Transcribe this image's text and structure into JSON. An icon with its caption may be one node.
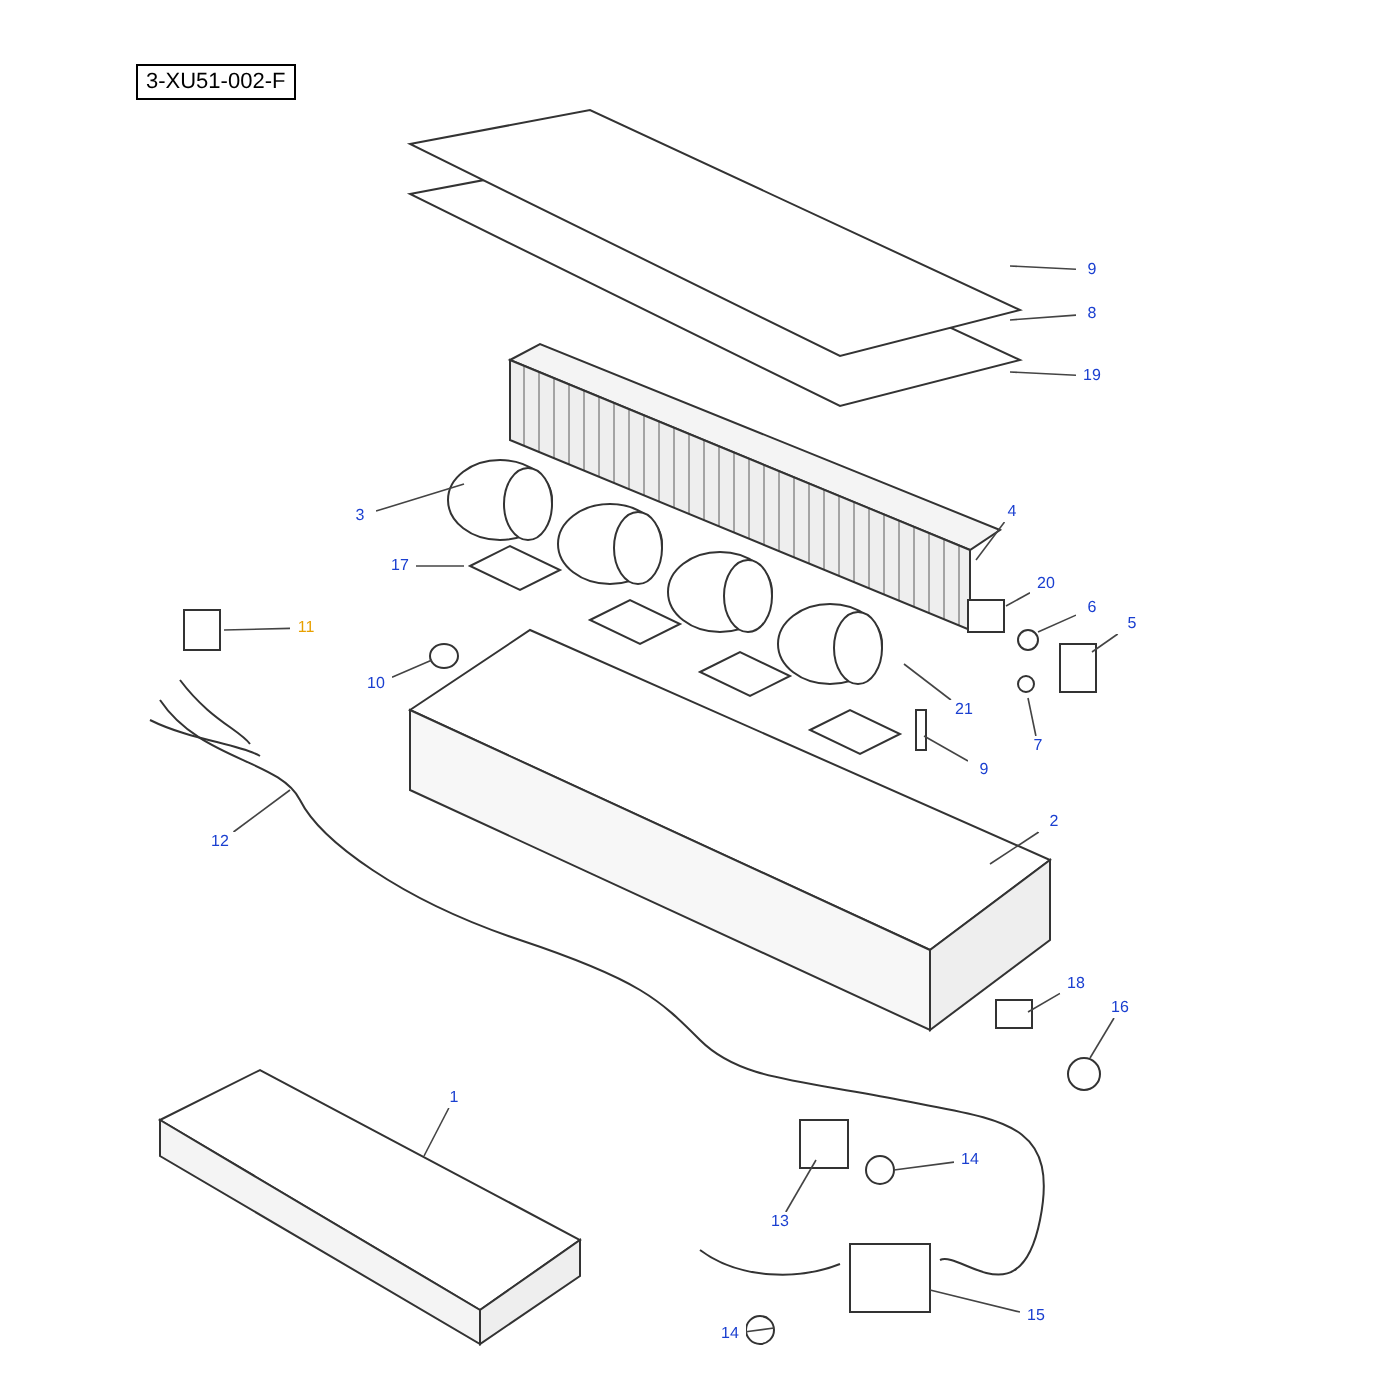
{
  "diagram": {
    "nodes": [
      {
        "text": [
          "3-XU51-002-F"
        ]
      },
      {
        "text": [
          "9"
        ]
      },
      {
        "text": [
          "8"
        ]
      },
      {
        "text": [
          "19"
        ]
      },
      {
        "text": [
          "3"
        ]
      },
      {
        "text": [
          "4"
        ]
      },
      {
        "text": [
          "17"
        ]
      },
      {
        "text": [
          "20"
        ]
      },
      {
        "text": [
          "6"
        ]
      },
      {
        "text": [
          "5"
        ]
      },
      {
        "text": [
          "11"
        ]
      },
      {
        "text": [
          "10"
        ]
      },
      {
        "text": [
          "21"
        ]
      },
      {
        "text": [
          "7"
        ]
      },
      {
        "text": [
          "9"
        ]
      },
      {
        "text": [
          "12"
        ]
      },
      {
        "text": [
          "2"
        ]
      },
      {
        "text": [
          "18"
        ]
      },
      {
        "text": [
          "16"
        ]
      },
      {
        "text": [
          "1"
        ]
      },
      {
        "text": [
          "14"
        ]
      },
      {
        "text": [
          "13"
        ]
      },
      {
        "text": [
          "15"
        ]
      },
      {
        "text": [
          "14"
        ]
      }
    ],
    "edges": [
      {
        "from": 1,
        "to": null,
        "arrow": "none"
      },
      {
        "from": 2,
        "to": null,
        "arrow": "none"
      },
      {
        "from": 3,
        "to": null,
        "arrow": "none"
      },
      {
        "from": 4,
        "to": null,
        "arrow": "none"
      },
      {
        "from": 5,
        "to": null,
        "arrow": "none"
      },
      {
        "from": 6,
        "to": null,
        "arrow": "none"
      },
      {
        "from": 7,
        "to": null,
        "arrow": "none"
      },
      {
        "from": 8,
        "to": null,
        "arrow": "none"
      },
      {
        "from": 9,
        "to": null,
        "arrow": "none"
      },
      {
        "from": 10,
        "to": null,
        "arrow": "none"
      },
      {
        "from": 11,
        "to": null,
        "arrow": "none"
      },
      {
        "from": 12,
        "to": null,
        "arrow": "none"
      },
      {
        "from": 13,
        "to": null,
        "arrow": "none"
      },
      {
        "from": 14,
        "to": null,
        "arrow": "none"
      },
      {
        "from": 15,
        "to": null,
        "arrow": "none"
      },
      {
        "from": 16,
        "to": null,
        "arrow": "none"
      },
      {
        "from": 17,
        "to": null,
        "arrow": "none"
      },
      {
        "from": 18,
        "to": null,
        "arrow": "none"
      },
      {
        "from": 19,
        "to": null,
        "arrow": "none"
      },
      {
        "from": 20,
        "to": null,
        "arrow": "none"
      },
      {
        "from": 21,
        "to": null,
        "arrow": "none"
      },
      {
        "from": 22,
        "to": null,
        "arrow": "none"
      },
      {
        "from": 23,
        "to": null,
        "arrow": "none"
      }
    ]
  }
}
